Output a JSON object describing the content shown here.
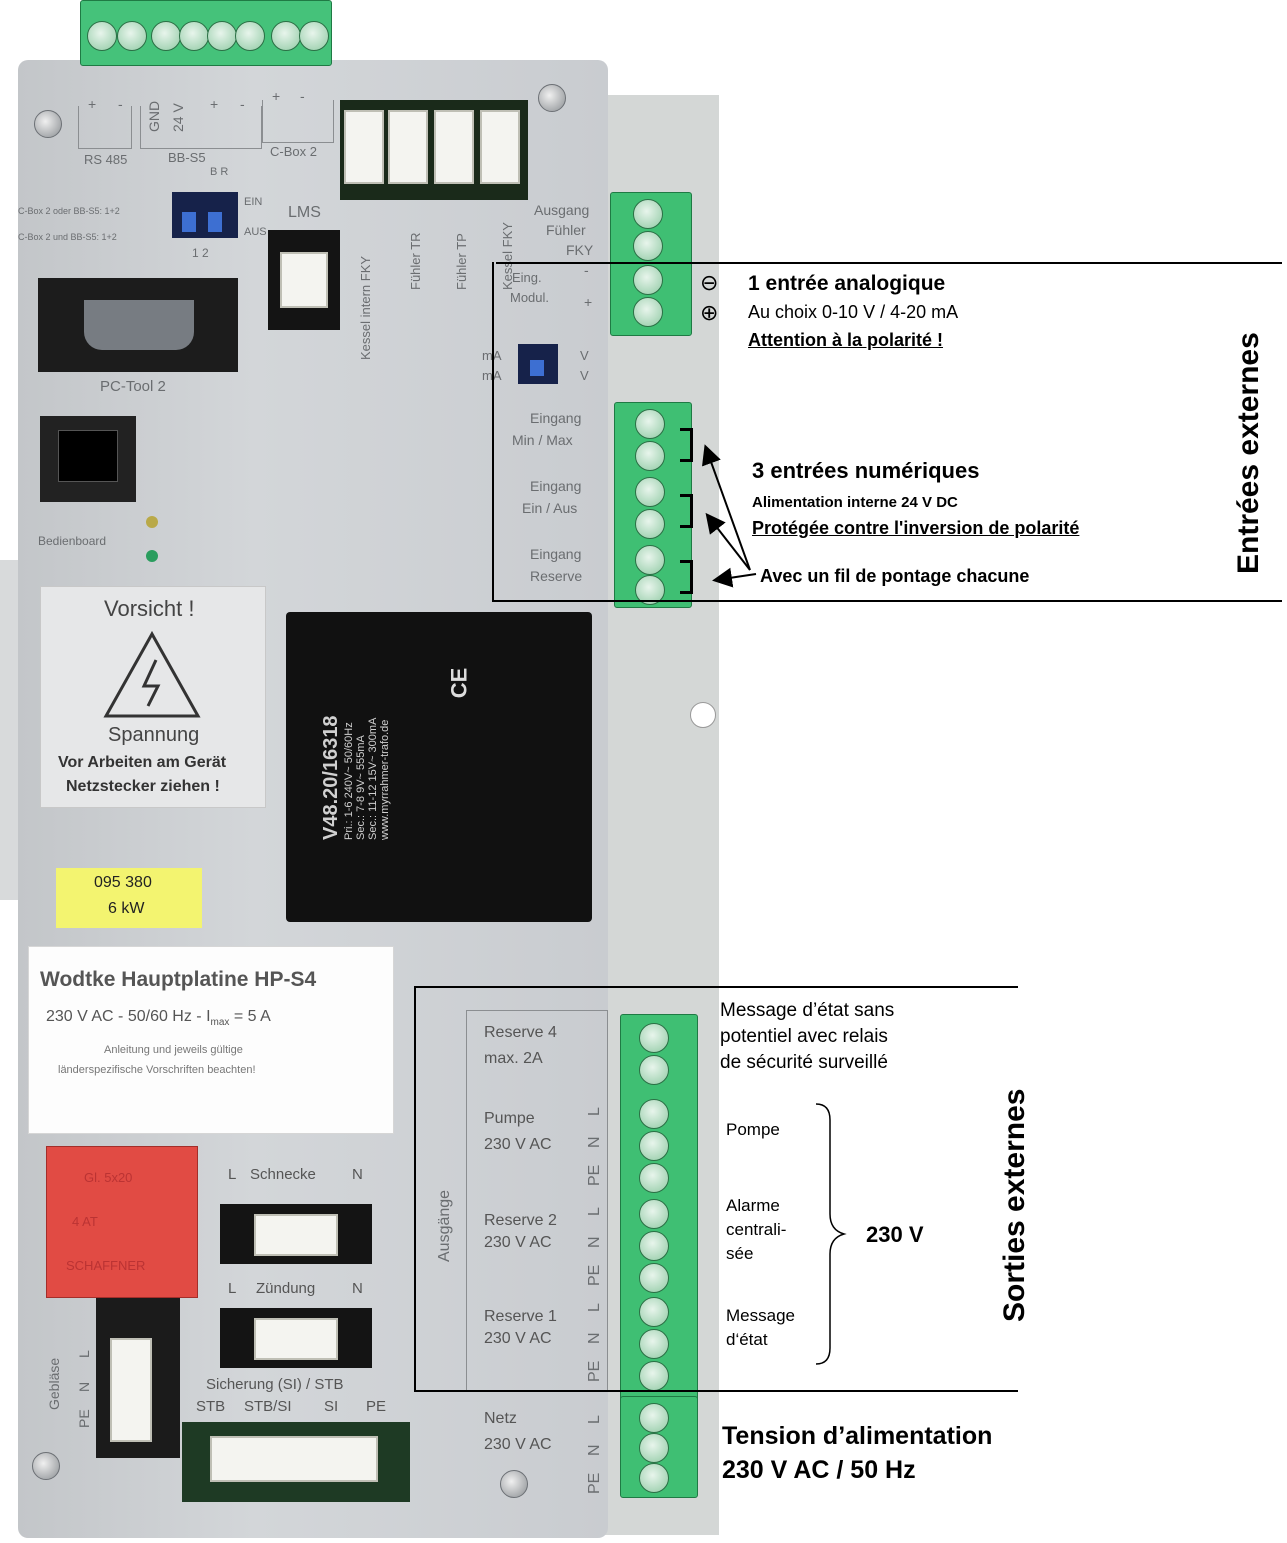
{
  "board": {
    "top_conn_labels": [
      "+",
      "-",
      "GND",
      "24 V",
      "+",
      "-",
      "+",
      "-"
    ],
    "rs485": "RS 485",
    "bbs5": "BB-S5",
    "cbox2": "C-Box 2",
    "dip_labels_top": "B R",
    "cbox_oder": "C-Box 2 oder BB-S5: 1+2",
    "cbox_und": "C-Box 2 und BB-S5: 1+2",
    "ein": "EIN",
    "aus": "AUS",
    "dip_12": "1  2",
    "lms": "LMS",
    "pc_tool": "PC-Tool 2",
    "bedienboard": "Bedienboard",
    "kessel_intern": "Kessel intern FKY",
    "fuhler_tr": "Fühler TR",
    "fuhler_tp": "Fühler TP",
    "kessel_fky": "Kessel FKY",
    "ausgang_fky": [
      "Ausgang",
      "Fühler",
      "FKY"
    ],
    "eing_modul": [
      "Eing.",
      "Modul."
    ],
    "minus": "-",
    "plus": "+",
    "ma_v": [
      "mA",
      "mA",
      "V",
      "V"
    ],
    "eingang_minmax": [
      "Eingang",
      "Min / Max"
    ],
    "eingang_einaus": [
      "Eingang",
      "Ein / Aus"
    ],
    "eingang_reserve": [
      "Eingang",
      "Reserve"
    ],
    "warning": {
      "title": "Vorsicht !",
      "spannung": "Spannung",
      "line1": "Vor Arbeiten am Gerät",
      "line2": "Netzstecker ziehen !"
    },
    "transformer": {
      "model": "V48.20/16318",
      "specs": [
        "Pri.: 1-6   240V~   50/60Hz",
        "Sec.: 7-8   9V~ 555mA",
        "Sec.: 11-12   15V~ 300mA"
      ],
      "site": "www.myrrahmer-trafo.de",
      "ce": "CE"
    },
    "yellow": [
      "095 380",
      "6 kW"
    ],
    "plate_card": {
      "title": "Wodtke Hauptplatine HP-S4",
      "rating_a": "230 V AC - 50/60 Hz - I",
      "rating_sub": "max",
      "rating_b": " = 5 A",
      "note1": "Anleitung und jeweils gültige",
      "note2": "länderspezifische Vorschriften beachten!"
    },
    "fuse_text": [
      "Gl. 5x20",
      "4 AT",
      "SCHAFFNER"
    ],
    "schnecke": [
      "L",
      "Schnecke",
      "N"
    ],
    "zundung": [
      "L",
      "Zündung",
      "N"
    ],
    "geblase": "Gebläse",
    "geblase_pins": [
      "PE",
      "N",
      "L"
    ],
    "sicherung": "Sicherung (SI) / STB",
    "stb_labels": [
      "STB",
      "STB/SI",
      "SI",
      "PE"
    ],
    "ausgange": "Ausgänge",
    "reserve4": [
      "Reserve 4",
      "max. 2A"
    ],
    "pumpe": [
      "Pumpe",
      "230 V AC"
    ],
    "reserve2": [
      "Reserve 2",
      "230 V AC"
    ],
    "reserve1": [
      "Reserve 1",
      "230 V AC"
    ],
    "netz": [
      "Netz",
      "230 V AC"
    ],
    "pin_lnpe": [
      "L",
      "N",
      "PE"
    ]
  },
  "annotations": {
    "analog_minus_symbol": "⊖",
    "analog_plus_symbol": "⊕",
    "analog_title": "1 entrée analogique",
    "analog_choice": "Au choix 0-10 V / 4-20 mA",
    "analog_warn": "Attention à la polarité !",
    "digital_title": "3 entrées numériques",
    "digital_supply": "Alimentation interne 24 V DC",
    "digital_protect": "Protégée contre l'inversion de polarité",
    "digital_jumper": "Avec un fil de pontage chacune",
    "inputs_side": "Entrées externes",
    "msg_state": [
      "Message d’état sans",
      "potentiel avec relais",
      "de sécurité surveillé"
    ],
    "pompe": "Pompe",
    "alarme": [
      "Alarme",
      "centrali-",
      "sée"
    ],
    "message_etat": [
      "Message",
      "d‘état"
    ],
    "v230": "230 V",
    "outputs_side": "Sorties externes",
    "supply": [
      "Tension d’alimentation",
      "230 V AC / 50 Hz"
    ]
  }
}
